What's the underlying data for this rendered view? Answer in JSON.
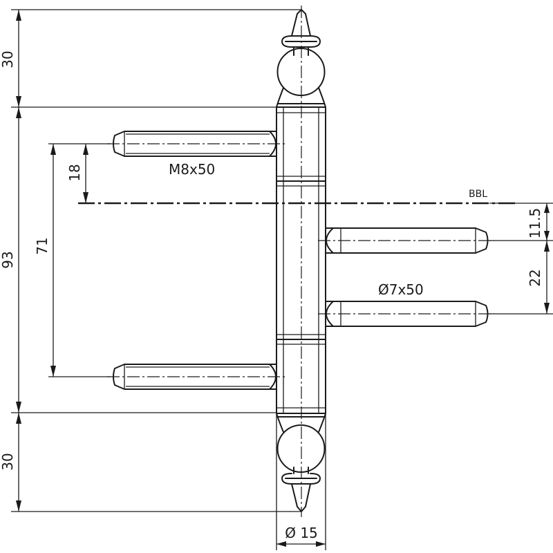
{
  "drawing": {
    "top_finial_length": "30",
    "bottom_finial_length": "30",
    "overall_height": "93",
    "outer_pin_spacing": "71",
    "top_pin_to_bbl": "18",
    "bbl_to_first_pin": "11.5",
    "inner_pin_spacing": "22",
    "outer_pin_thread": "M8x50",
    "inner_pin_spec": "Ø7x50",
    "barrel_diameter": "Ø 15",
    "reference_line_label": "BBL"
  }
}
